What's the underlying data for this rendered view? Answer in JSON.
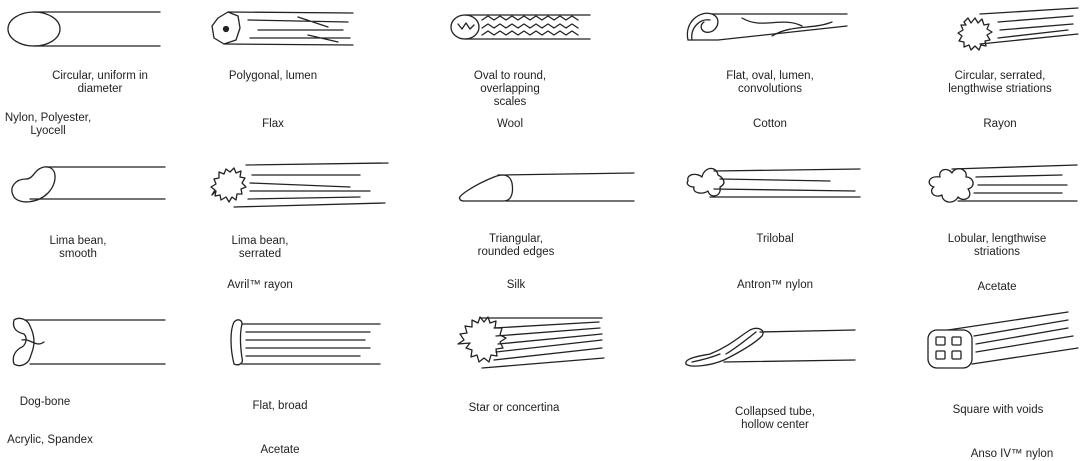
{
  "title": "",
  "cells": [
    {
      "id": "circular",
      "description": "Circular, uniform in\ndiameter",
      "fiber": "Nylon, Polyester,\nLyocell",
      "icon": "circular-cross-section-icon"
    },
    {
      "id": "polygonal",
      "description": "Polygonal, lumen",
      "fiber": "Flax",
      "icon": "polygonal-lumen-icon"
    },
    {
      "id": "oval",
      "description": "Oval to round,\noverlapping\nscales",
      "fiber": "Wool",
      "icon": "scaled-oval-icon"
    },
    {
      "id": "flat-oval",
      "description": "Flat, oval, lumen,\nconvolutions",
      "fiber": "Cotton",
      "icon": "convoluted-flat-icon"
    },
    {
      "id": "circular-serrated",
      "description": "Circular, serrated,\nlengthwise striations",
      "fiber": "Rayon",
      "icon": "serrated-circular-icon"
    },
    {
      "id": "lima-smooth",
      "description": "Lima bean,\nsmooth",
      "fiber": "",
      "icon": "lima-bean-smooth-icon"
    },
    {
      "id": "lima-serrated",
      "description": "Lima bean,\nserrated",
      "fiber": "Avril™ rayon",
      "icon": "lima-bean-serrated-icon"
    },
    {
      "id": "triangular",
      "description": "Triangular,\nrounded edges",
      "fiber": "Silk",
      "icon": "triangular-icon"
    },
    {
      "id": "trilobal",
      "description": "Trilobal",
      "fiber": "Antron™ nylon",
      "icon": "trilobal-icon"
    },
    {
      "id": "lobular",
      "description": "Lobular, lengthwise\nstriations",
      "fiber": "Acetate",
      "icon": "lobular-icon"
    },
    {
      "id": "dog-bone",
      "description": "Dog-bone",
      "fiber": "Acrylic, Spandex",
      "icon": "dog-bone-icon"
    },
    {
      "id": "flat-broad",
      "description": "Flat, broad",
      "fiber": "Acetate",
      "icon": "flat-broad-icon"
    },
    {
      "id": "star",
      "description": "Star or concertina",
      "fiber": "",
      "icon": "star-concertina-icon"
    },
    {
      "id": "collapsed-tube",
      "description": "Collapsed tube,\nhollow center",
      "fiber": "",
      "icon": "collapsed-tube-icon"
    },
    {
      "id": "square-voids",
      "description": "Square with voids",
      "fiber": "Anso IV™ nylon",
      "icon": "square-voids-icon"
    }
  ]
}
